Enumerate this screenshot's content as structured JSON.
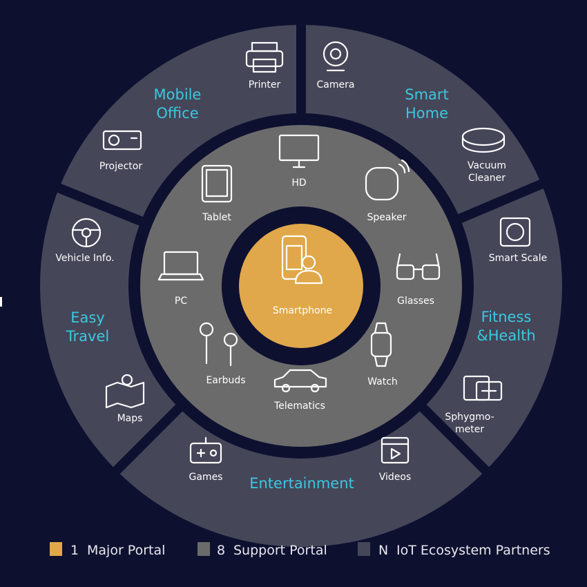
{
  "colors": {
    "background": "#0e1030",
    "major": "#e0a84a",
    "support": "#6b6b6b",
    "partners": "#454658",
    "title": "#3cc8e0"
  },
  "center": {
    "label": "Smartphone",
    "icon": "smartphone-user-icon"
  },
  "support_portals": [
    {
      "label": "HD",
      "icon": "monitor-icon"
    },
    {
      "label": "Tablet",
      "icon": "tablet-icon"
    },
    {
      "label": "Speaker",
      "icon": "speaker-icon"
    },
    {
      "label": "PC",
      "icon": "laptop-icon"
    },
    {
      "label": "Glasses",
      "icon": "glasses-icon"
    },
    {
      "label": "Earbuds",
      "icon": "earbuds-icon"
    },
    {
      "label": "Watch",
      "icon": "watch-icon"
    },
    {
      "label": "Telematics",
      "icon": "car-icon"
    }
  ],
  "segments": [
    {
      "title": [
        "Mobile",
        "Office"
      ],
      "items": [
        {
          "label": "Printer",
          "icon": "printer-icon"
        },
        {
          "label": "Projector",
          "icon": "projector-icon"
        }
      ]
    },
    {
      "title": [
        "Smart",
        "Home"
      ],
      "items": [
        {
          "label": "Camera",
          "icon": "camera-icon"
        },
        {
          "label": [
            "Vacuum",
            "Cleaner"
          ],
          "icon": "vacuum-icon"
        }
      ]
    },
    {
      "title": [
        "Fitness",
        "&Health"
      ],
      "items": [
        {
          "label": "Smart Scale",
          "icon": "scale-icon"
        },
        {
          "label": [
            "Sphygmo-",
            "meter"
          ],
          "icon": "sphygmomanometer-icon"
        }
      ]
    },
    {
      "title": [
        "Entertainment"
      ],
      "items": [
        {
          "label": "Games",
          "icon": "gamepad-icon"
        },
        {
          "label": "Videos",
          "icon": "video-icon"
        }
      ]
    },
    {
      "title": [
        "Easy",
        "Travel"
      ],
      "items": [
        {
          "label": "Vehicle Info.",
          "icon": "steering-wheel-icon"
        },
        {
          "label": "Maps",
          "icon": "map-icon"
        }
      ]
    }
  ],
  "legend": [
    {
      "count": "1",
      "label": "Major Portal"
    },
    {
      "count": "8",
      "label": "Support Portal"
    },
    {
      "count": "N",
      "label": "IoT Ecosystem Partners"
    }
  ]
}
